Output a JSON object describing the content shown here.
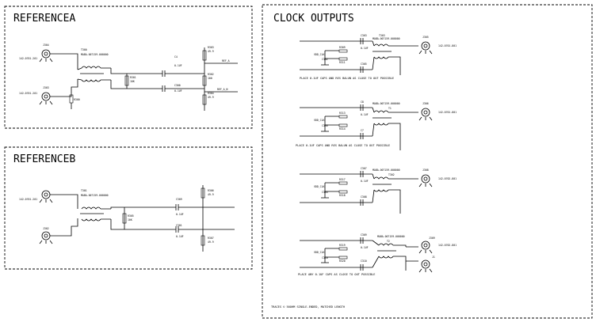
{
  "panels": {
    "refa": {
      "title": "REFERENCEA"
    },
    "refb": {
      "title": "REFERENCEB"
    },
    "clk": {
      "title": "CLOCK OUTPUTS"
    }
  },
  "refa": {
    "j1": "J304",
    "j1_part": "142-0701-201",
    "j2": "J303",
    "j2_part": "142-0701-201",
    "xfmr": "T300",
    "xfmr_part": "MABA-007159-000000",
    "r_left": "R300",
    "r_mid": "R301",
    "r_mid_val": "10K",
    "c_top": "C4",
    "c_top_val": "0.1UF",
    "c_bot": "C300",
    "c_bot_val": "0.1UF",
    "r_top": "R303",
    "r_top_val": "49.9",
    "r_center": "R302",
    "r_center_val": "100",
    "r_bot": "R304",
    "r_bot_val": "49.9",
    "net_top": "REF_A",
    "net_bot": "REF_A_N"
  },
  "refb": {
    "xfmr": "T301",
    "xfmr_part": "MABA-007159-000000",
    "j1_part": "142-0701-201",
    "j2": "J302",
    "r_mid": "R305",
    "r_mid_val": "10K",
    "c_top": "C309",
    "c_top_val": "0.1UF",
    "c_bot": "C301",
    "c_bot_val": "0.1UF",
    "r_top": "R306",
    "r_top_val": "49.9",
    "r_bot": "R307",
    "r_bot_val": "49.9"
  },
  "clk": {
    "stage1": {
      "cap_top": "C303",
      "cap_bot": "C305",
      "cap_vdd": "C302",
      "cap_val": "0.1UF",
      "res1": "R309",
      "res2": "R311",
      "xfmr": "T303",
      "xfmr_part": "MABA-007159-000000",
      "jack": "J305",
      "jack_part": "142-0701-801",
      "vdd": "VDD_CLK",
      "note": "PLACE 0.1UF CAPS AND RES BALUN AS CLOSE TO OUT POSSIBLE"
    },
    "stage2": {
      "cap_top": "C8",
      "cap_bot": "C7",
      "cap_vdd": "C306",
      "cap_val": "0.1UF",
      "res1": "R313",
      "res2": "R314",
      "xfmr": "T1",
      "xfmr_part": "MABA-007159-000000",
      "jack": "J306",
      "jack_part": "142-0701-801",
      "vdd": "VDD_CLK",
      "note": "PLACE 0.1UF CAPS AND RES BALUN AS CLOSE TO OUT POSSIBLE"
    },
    "stage3": {
      "cap_top": "C307",
      "cap_bot": "C308",
      "cap_vdd": "C304",
      "cap_val": "0.1UF",
      "res1": "R317",
      "res2": "R318",
      "xfmr": "T302",
      "xfmr_part": "MABA-007159-000000",
      "jack": "J308",
      "jack_part": "142-0702-801",
      "vdd": "VDD_CLK"
    },
    "stage4": {
      "cap_top": "C309",
      "cap_bot": "C310",
      "cap_vdd": "C310",
      "cap_val": "0.1UF",
      "res1": "R319",
      "res2": "R320",
      "xfmr": "T2",
      "xfmr_part": "MABA-007159-000000",
      "jack": "J309",
      "jack2": "J1",
      "jack_part": "142-0702-801",
      "vdd": "VDD_CLK",
      "note": "PLACE ANY 0.1UF CAPS AS CLOSE TO OUT POSSIBLE"
    },
    "footer_note": "TRACES © 50OHM SINGLE-ENDED, MATCHED LENGTH"
  }
}
